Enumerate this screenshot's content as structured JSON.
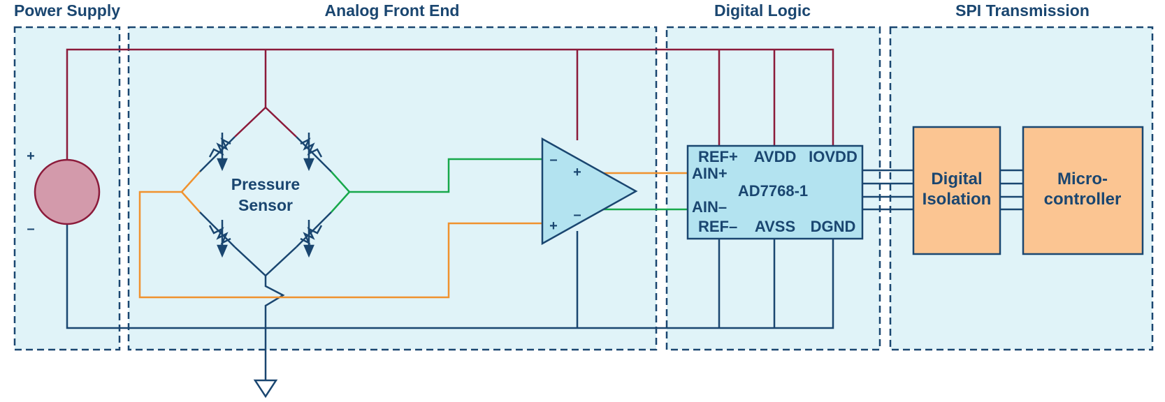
{
  "sections": [
    {
      "id": "power",
      "title": "Power Supply"
    },
    {
      "id": "afe",
      "title": "Analog Front End"
    },
    {
      "id": "digital",
      "title": "Digital Logic"
    },
    {
      "id": "spi",
      "title": "SPI Transmission"
    }
  ],
  "source": {
    "plus": "+",
    "minus": "–"
  },
  "sensor": {
    "line1": "Pressure",
    "line2": "Sensor"
  },
  "amplifier": {
    "in_minus": "–",
    "in_plus": "+",
    "out_plus": "+",
    "out_minus": "–"
  },
  "adc": {
    "name": "AD7768-1",
    "pins": {
      "ref_plus": "REF+",
      "avdd": "AVDD",
      "iovdd": "IOVDD",
      "ain_plus": "AIN+",
      "ain_minus": "AIN–",
      "ref_minus": "REF–",
      "avss": "AVSS",
      "dgnd": "DGND"
    }
  },
  "isolation": {
    "line1": "Digital",
    "line2": "Isolation"
  },
  "mcu": {
    "line1": "Micro-",
    "line2": "controller"
  },
  "colors": {
    "panel_fill": "#e0f3f8",
    "dash": "#1a4670",
    "supply": "#8b1a3a",
    "ground": "#1a4670",
    "signal_orange": "#f0922e",
    "signal_green": "#17a84b",
    "amp_fill": "#b3e3f0",
    "adc_fill": "#b3e3f0",
    "block_fill": "#fbc592",
    "source_fill": "#d39aab"
  }
}
